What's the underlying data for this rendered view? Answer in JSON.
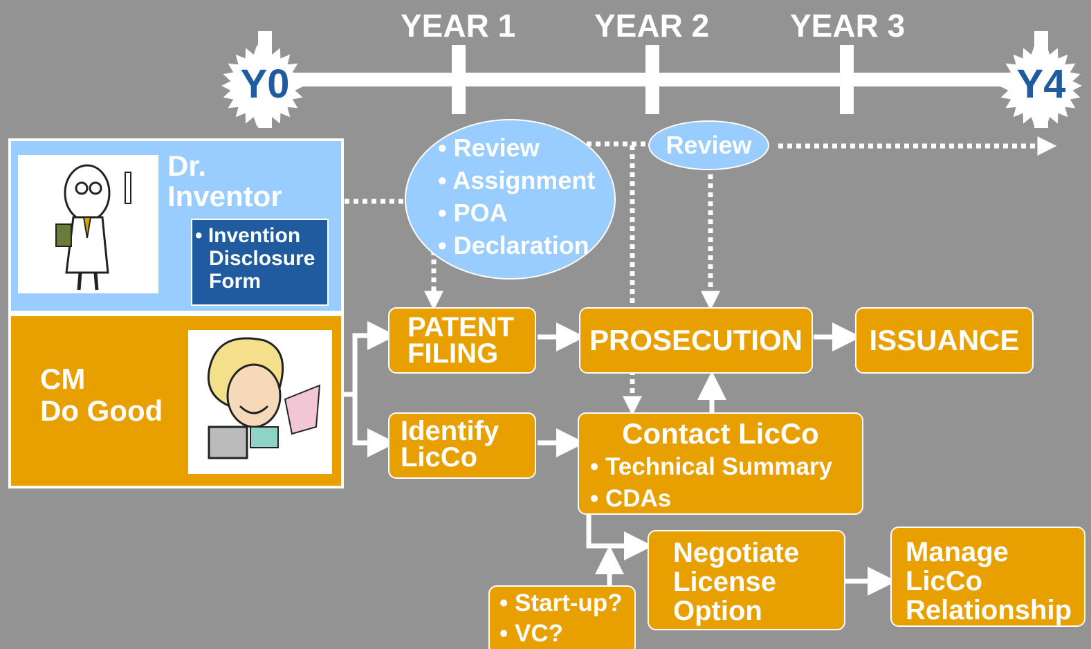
{
  "timeline": {
    "start": "Y0",
    "end": "Y4",
    "years": [
      "YEAR 1",
      "YEAR 2",
      "YEAR 3"
    ]
  },
  "inventor": {
    "title_line1": "Dr.",
    "title_line2": "Inventor",
    "form_lines": [
      "• Invention",
      "Disclosure",
      "Form"
    ]
  },
  "cm": {
    "line1": "CM",
    "line2": "Do Good"
  },
  "oval_review_tasks": [
    "Review",
    "Assignment",
    "POA",
    "Declaration"
  ],
  "oval_review2": "Review",
  "boxes": {
    "patent_filing": [
      "PATENT",
      "FILING"
    ],
    "prosecution": "PROSECUTION",
    "issuance": "ISSUANCE",
    "identify_licco": [
      "Identify",
      "LicCo"
    ],
    "contact_licco": {
      "title": "Contact LicCo",
      "bullets": [
        "Technical Summary",
        "CDAs"
      ]
    },
    "negotiate": [
      "Negotiate",
      "License",
      "Option"
    ],
    "manage": [
      "Manage",
      "LicCo",
      "Relationship"
    ],
    "startup": [
      "Start-up?",
      "VC?"
    ]
  },
  "colors": {
    "background": "#939393",
    "box_fill": "#e8a000",
    "light_blue": "#99ccff",
    "dark_blue": "#1f5b9e",
    "white": "#ffffff"
  }
}
